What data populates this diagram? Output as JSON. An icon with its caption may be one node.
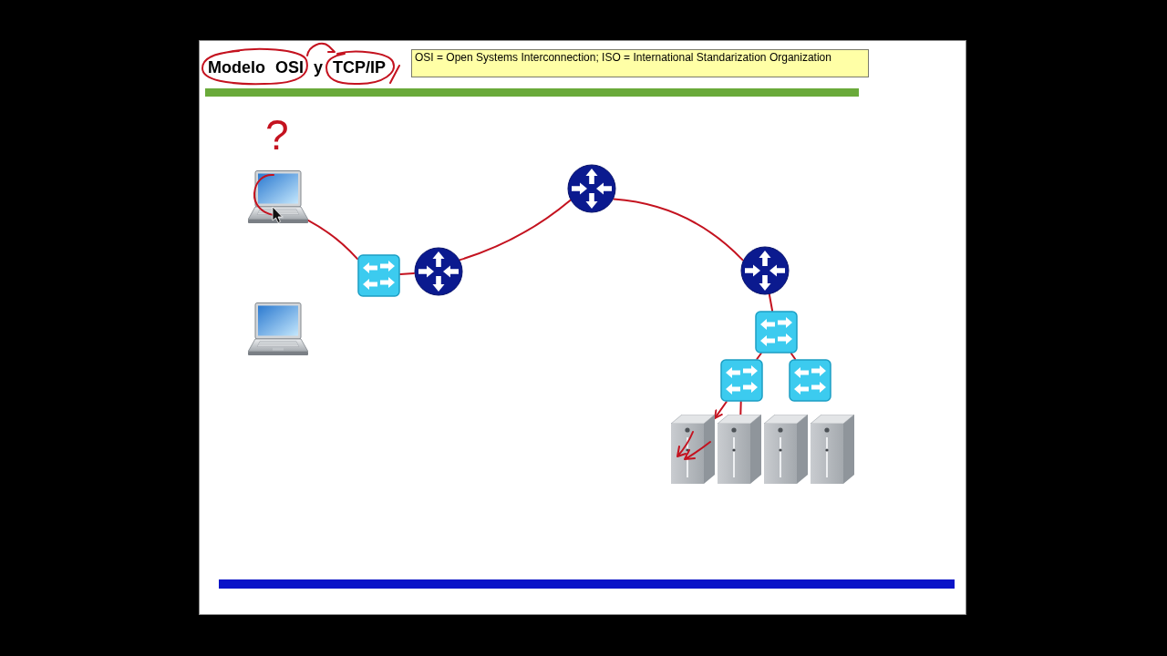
{
  "diagram": {
    "title": "Modelo OSI y TCP/IP",
    "nodes": [
      {
        "text": [],
        "shape": "picture",
        "beside": [
          "?"
        ]
      },
      {
        "text": [],
        "shape": "picture"
      },
      {
        "text": [],
        "shape": "picture"
      },
      {
        "text": [],
        "shape": "picture"
      },
      {
        "text": [],
        "shape": "picture"
      },
      {
        "text": [],
        "shape": "picture"
      },
      {
        "text": [],
        "shape": "picture"
      },
      {
        "text": [],
        "shape": "picture"
      },
      {
        "text": [],
        "shape": "picture"
      },
      {
        "text": [],
        "shape": "picture"
      },
      {
        "text": [],
        "shape": "picture"
      },
      {
        "text": [],
        "shape": "picture"
      },
      {
        "text": [],
        "shape": "picture"
      }
    ],
    "edges": [
      {
        "from": 0,
        "to": 2,
        "arrow": "none"
      },
      {
        "from": 2,
        "to": 3,
        "arrow": "none"
      },
      {
        "from": 3,
        "to": 4,
        "arrow": "none"
      },
      {
        "from": 4,
        "to": 5,
        "arrow": "none"
      },
      {
        "from": 5,
        "to": 6,
        "arrow": "none"
      },
      {
        "from": 6,
        "to": 7,
        "arrow": "none"
      },
      {
        "from": 6,
        "to": 8,
        "arrow": "none"
      },
      {
        "from": 7,
        "to": 9,
        "arrow": "to"
      },
      {
        "from": 7,
        "to": 10,
        "arrow": "none"
      }
    ],
    "labels": [
      "OSI = Open Systems Interconnection; ISO = International Standarization Organization"
    ]
  }
}
